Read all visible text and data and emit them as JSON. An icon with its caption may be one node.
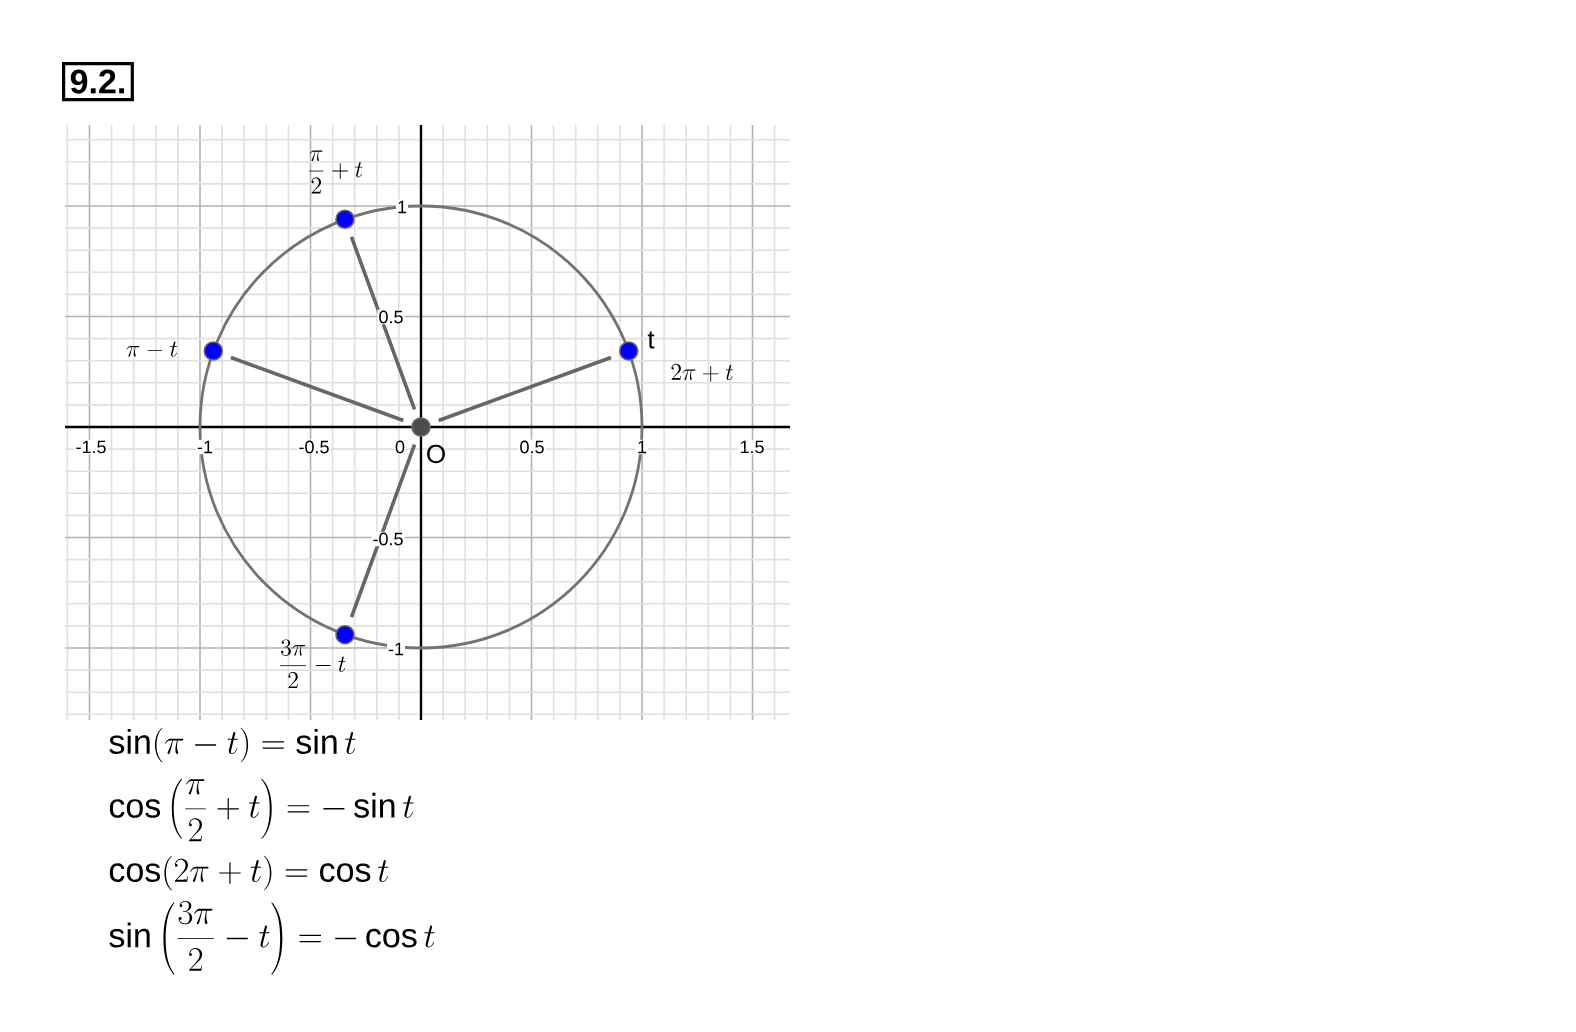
{
  "diagram": {
    "title": "9.2.",
    "nodes": [
      {
        "text": [],
        "shape": "circle",
        "beside": [
          "O"
        ]
      },
      {
        "text": [],
        "shape": "circle",
        "beside": [
          "\\frac{\\pi}{2}+t"
        ]
      },
      {
        "text": [],
        "shape": "circle",
        "beside": [
          "\\pi-t"
        ]
      },
      {
        "text": [],
        "shape": "circle",
        "beside": [
          "t",
          "2\\pi+t"
        ]
      },
      {
        "text": [],
        "shape": "circle",
        "beside": [
          "\\frac{3\\pi}{2}-t"
        ]
      }
    ],
    "edges": [
      {
        "from": 0,
        "to": 1,
        "arrow": "none"
      },
      {
        "from": 0,
        "to": 2,
        "arrow": "none"
      },
      {
        "from": 0,
        "to": 3,
        "arrow": "none"
      },
      {
        "from": 0,
        "to": 4,
        "arrow": "none"
      }
    ],
    "labels": [
      "-1.5",
      "-1",
      "-0.5",
      "0",
      "0.5",
      "1",
      "1.5",
      "1",
      "0.5",
      "-0.5",
      "-1",
      "\\sin(\\pi-t)=\\sin t",
      "\\cos\\left(\\frac{\\pi}{2}+t\\right)=-\\sin t",
      "\\cos(2\\pi+t)=\\cos t",
      "\\sin\\left(\\frac{3\\pi}{2}-t\\right)=-\\cos t"
    ]
  }
}
